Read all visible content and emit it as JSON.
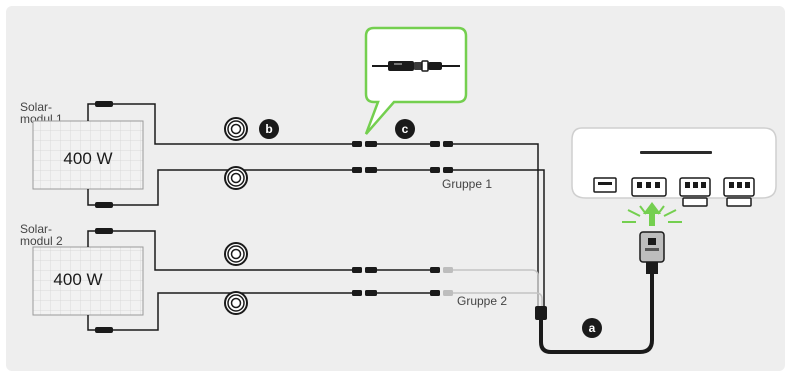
{
  "colors": {
    "background": "#eeeeee",
    "cable": "#1a1a1a",
    "gray_cable": "#c4c4c4",
    "highlight": "#74cf4f",
    "panel_fill": "#f2f2f2",
    "panel_grid": "#d9d9d9",
    "badge": "#1a1a1a",
    "inverter_body": "#ffffff"
  },
  "panels": [
    {
      "label_line1": "Solar-",
      "label_line2": "modul 1",
      "power": "400 W"
    },
    {
      "label_line1": "Solar-",
      "label_line2": "modul 2",
      "power": "400 W"
    }
  ],
  "groups": [
    {
      "label": "Gruppe 1"
    },
    {
      "label": "Gruppe 2"
    }
  ],
  "badges": [
    {
      "id": "a",
      "text": "a"
    },
    {
      "id": "b",
      "text": "b"
    },
    {
      "id": "c",
      "text": "c"
    }
  ],
  "icons": {
    "cable_coil": "cable-coil-icon",
    "connector": "mc4-connector-icon",
    "plug": "solar-plug-icon",
    "arrow": "up-arrow-icon"
  }
}
